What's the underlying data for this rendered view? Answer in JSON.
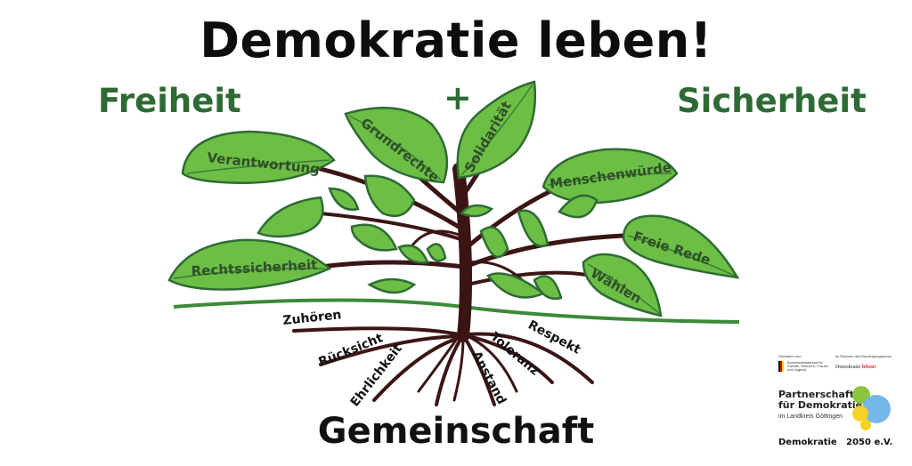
{
  "title": "Demokratie leben!",
  "left_heading": "Freiheit",
  "plus": "+",
  "right_heading": "Sicherheit",
  "bottom_word": "Gemeinschaft",
  "leaves": {
    "verantwortung": "Verantwortung",
    "grundrechte": "Grundrechte",
    "solidaritaet": "Solidarität",
    "menschenwuerde": "Menschenwürde",
    "freie_rede": "Freie Rede",
    "waehlen": "Wählen",
    "rechtssicherheit": "Rechtssicherheit"
  },
  "roots": {
    "zuhoeren": "Zuhören",
    "ruecksicht": "Rücksicht",
    "ehrlichkeit": "Ehrlichkeit",
    "anstand": "Anstand",
    "toleranz": "Toleranz",
    "respekt": "Respekt"
  },
  "sponsor": {
    "gefoerdert": "Gefördert vom",
    "ministry": "Bundesministerium für Familie, Senioren, Frauen und Jugend",
    "im_rahmen": "im Rahmen des Bundesprogramms",
    "dl_text": "Demokratie",
    "dl_accent": "leben!",
    "pfd_line1": "Partnerschaft",
    "pfd_line2": "für Demokratie",
    "pfd_sub": "im Landkreis Göttingen",
    "org": "Demokratie   2050 e.V."
  },
  "colors": {
    "leaf": "#6dbe45",
    "leaf_edge": "#2e6b34",
    "branch": "#3b1514",
    "heading_green": "#2e6b34"
  }
}
